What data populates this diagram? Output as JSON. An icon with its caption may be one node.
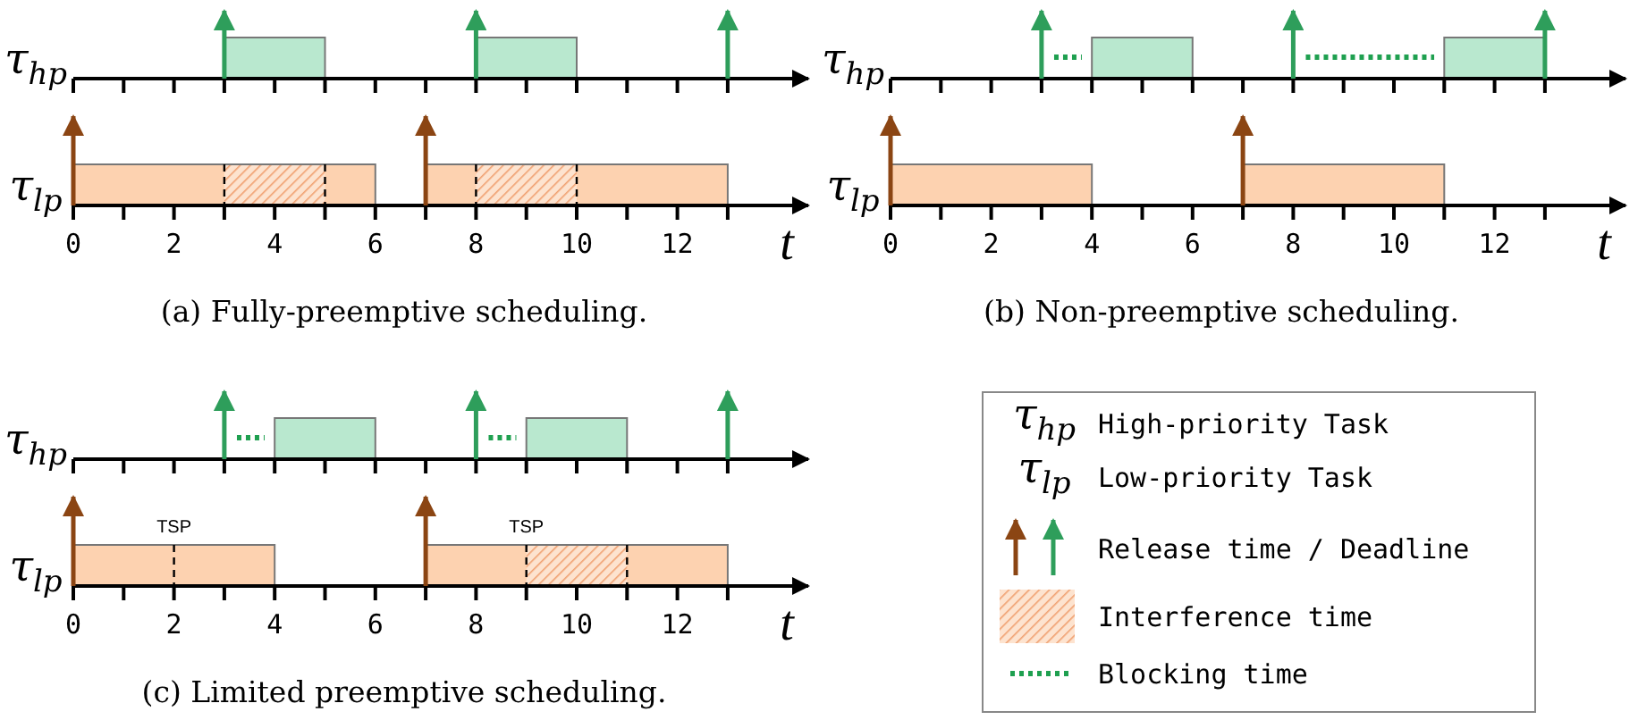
{
  "diagram": {
    "labels": [
      "τ$_{hp}$",
      "τ$_{lp}$",
      "0",
      "2",
      "4",
      "6",
      "8",
      "10",
      "12",
      "t",
      "(a) Fully-preemptive scheduling.",
      "τ$_{hp}$",
      "τ$_{lp}$",
      "0",
      "2",
      "4",
      "6",
      "8",
      "10",
      "12",
      "t",
      "(b) Non-preemptive scheduling.",
      "τ$_{hp}$",
      "τ$_{lp}$",
      "TSP",
      "TSP",
      "0",
      "2",
      "4",
      "6",
      "8",
      "10",
      "12",
      "t",
      "(c) Limited preemptive scheduling.",
      "τ$_{hp}$",
      "τ$_{lp}$"
    ],
    "legend": [
      {
        "text": "High-priority Task"
      },
      {
        "text": "Low-priority Task"
      },
      {
        "text": "Release time / Deadline"
      },
      {
        "text": "Interference time"
      },
      {
        "text": "Blocking time"
      }
    ]
  }
}
